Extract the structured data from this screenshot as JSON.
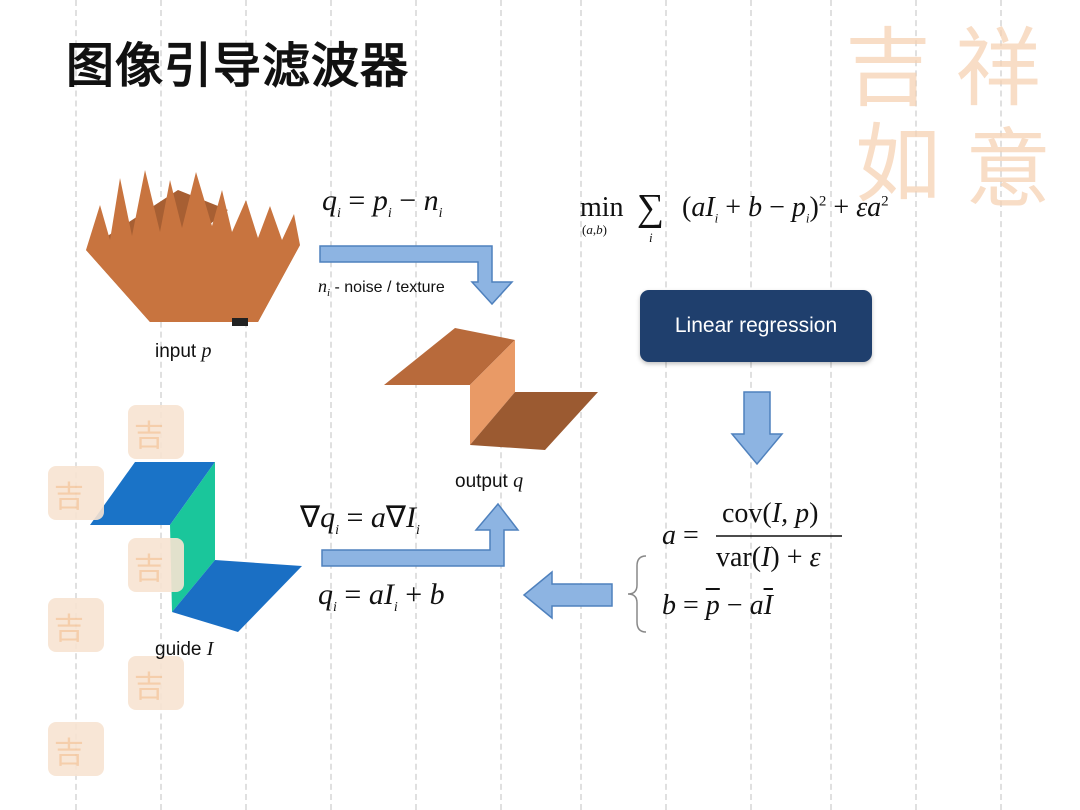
{
  "title": "图像引导滤波器",
  "labels": {
    "input": "input",
    "input_var": "p",
    "output": "output",
    "output_var": "q",
    "guide": "guide",
    "guide_var": "I",
    "noise_var": "n",
    "noise_sub": "i",
    "noise_text": " - noise / texture"
  },
  "box": {
    "linear_regression": "Linear regression"
  },
  "equations": {
    "q_eq_p_minus_n": "q_i = p_i − n_i",
    "min_objective": "min_(a,b) Σ_i (aI_i + b − p_i)² + εa²",
    "grad_eq": "∇q_i = a∇I_i",
    "q_eq_aI_plus_b": "q_i = aI_i + b",
    "a_eq": "a = cov(I, p) / (var(I) + ε)",
    "b_eq": "b = p̄ − aĪ"
  },
  "seal": {
    "text": "吉祥如意"
  },
  "colors": {
    "arrow_fill": "#8db4e2",
    "arrow_stroke": "#4f81bd",
    "box_fill": "#1f3f6d",
    "surface_brown": "#b5693a",
    "surface_light": "#e8935c",
    "guide_blue": "#1b74c8",
    "guide_teal": "#18c79a"
  }
}
